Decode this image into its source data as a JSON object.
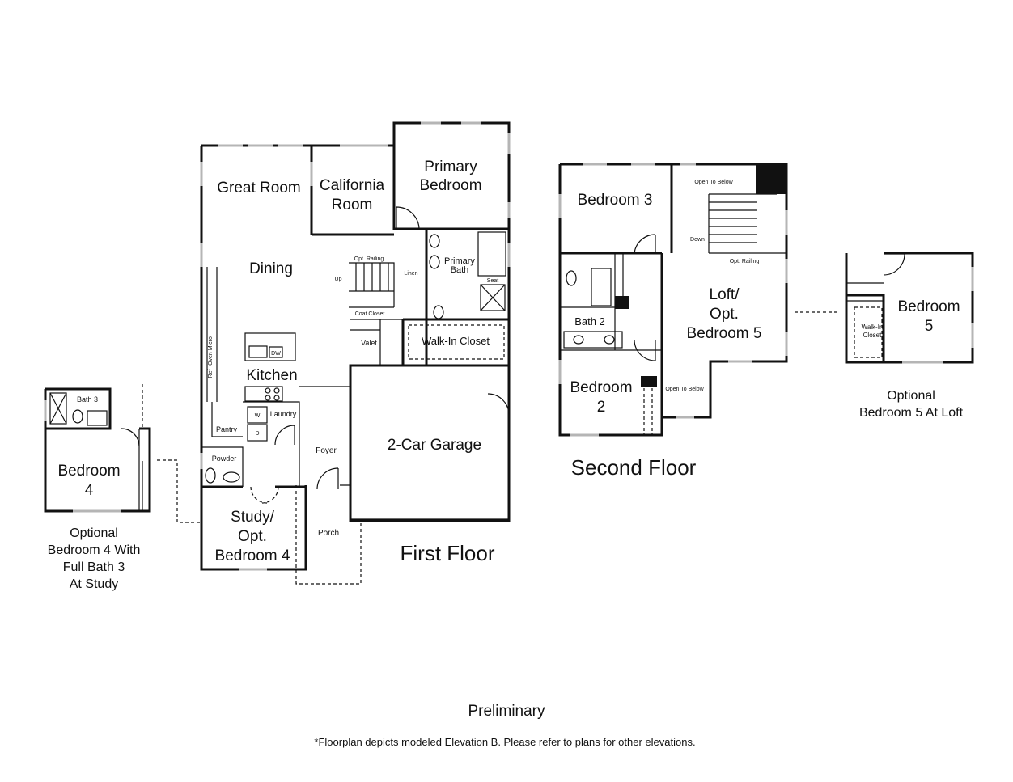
{
  "first_floor": {
    "title": "First Floor",
    "rooms": {
      "great_room": "Great Room",
      "california_room": [
        "California",
        "Room"
      ],
      "primary_bedroom": [
        "Primary",
        "Bedroom"
      ],
      "dining": "Dining",
      "primary_bath": [
        "Primary",
        "Bath"
      ],
      "walk_in_closet": "Walk-In Closet",
      "kitchen": "Kitchen",
      "pantry": "Pantry",
      "laundry": "Laundry",
      "powder": "Powder",
      "foyer": "Foyer",
      "garage": "2-Car Garage",
      "study": [
        "Study/",
        "Opt.",
        "Bedroom 4"
      ],
      "porch": "Porch",
      "valet": "Valet",
      "coat_closet": "Coat Closet",
      "linen": "Linen",
      "seat": "Seat"
    },
    "annotations": {
      "opt_railing": "Opt. Railing",
      "up": "Up",
      "dw": "DW",
      "oven_micro": "Oven Micro",
      "ref": "Ref",
      "washer": "W",
      "dryer": "D"
    }
  },
  "second_floor": {
    "title": "Second Floor",
    "rooms": {
      "bedroom3": "Bedroom 3",
      "bath2": "Bath 2",
      "bedroom2": [
        "Bedroom",
        "2"
      ],
      "loft": [
        "Loft/",
        "Opt.",
        "Bedroom 5"
      ]
    },
    "annotations": {
      "open_to_below_top": "Open To Below",
      "down": "Down",
      "opt_railing": "Opt. Railing",
      "open_to_below_bottom": "Open To Below"
    }
  },
  "optional_bedroom4": {
    "bedroom": [
      "Bedroom",
      "4"
    ],
    "bath": "Bath 3",
    "caption": [
      "Optional",
      "Bedroom 4 With",
      "Full Bath 3",
      "At Study"
    ]
  },
  "optional_bedroom5": {
    "bedroom": [
      "Bedroom",
      "5"
    ],
    "closet": [
      "Walk-In",
      "Closet"
    ],
    "caption": [
      "Optional",
      "Bedroom 5 At Loft"
    ]
  },
  "footer": {
    "status": "Preliminary",
    "note": "*Floorplan depicts modeled Elevation B. Please refer to plans for other elevations."
  }
}
